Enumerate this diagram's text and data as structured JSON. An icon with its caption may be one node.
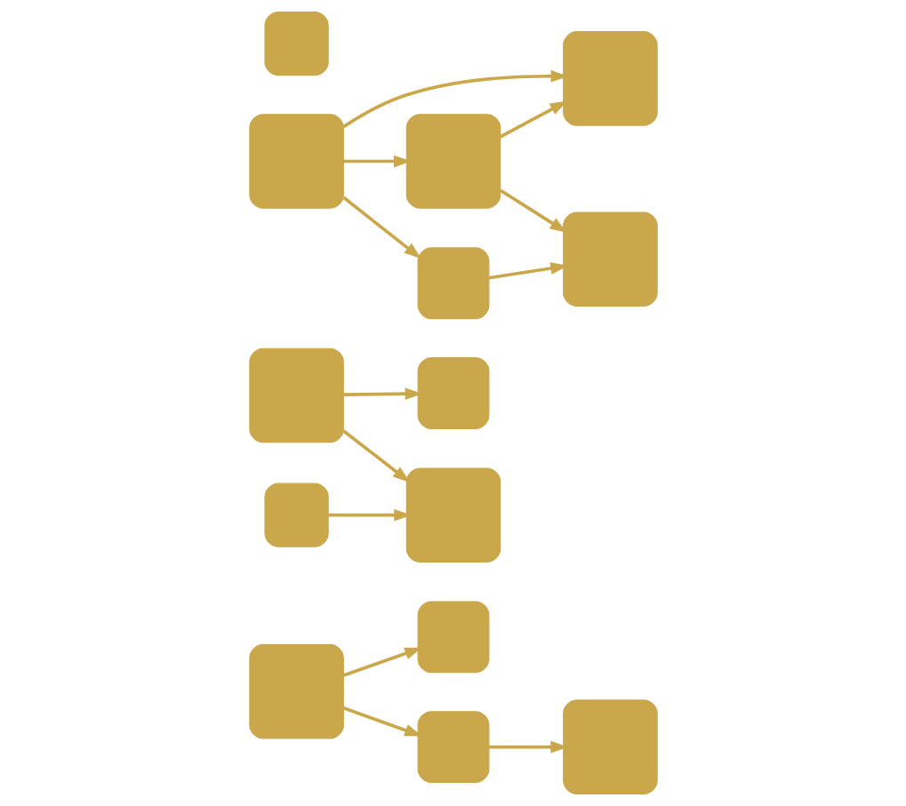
{
  "diagram": {
    "nodes": [
      {
        "text": [],
        "shape": "box"
      },
      {
        "text": [],
        "shape": "box"
      },
      {
        "text": [],
        "shape": "box"
      },
      {
        "text": [],
        "shape": "box"
      },
      {
        "text": [],
        "shape": "box"
      },
      {
        "text": [],
        "shape": "box"
      },
      {
        "text": [],
        "shape": "box"
      },
      {
        "text": [],
        "shape": "box"
      },
      {
        "text": [],
        "shape": "box"
      },
      {
        "text": [],
        "shape": "box"
      },
      {
        "text": [],
        "shape": "box"
      },
      {
        "text": [],
        "shape": "box"
      },
      {
        "text": [],
        "shape": "box"
      },
      {
        "text": [],
        "shape": "box"
      }
    ],
    "edges": [
      {
        "from": 4,
        "to": 0,
        "arrow": "to"
      },
      {
        "from": 4,
        "to": 9,
        "arrow": "to"
      },
      {
        "from": 5,
        "to": 1,
        "arrow": "to"
      },
      {
        "from": 5,
        "to": 6,
        "arrow": "to"
      },
      {
        "from": 10,
        "to": 6,
        "arrow": "to"
      },
      {
        "from": 9,
        "to": 12,
        "arrow": "to"
      },
      {
        "from": 7,
        "to": 2,
        "arrow": "to"
      },
      {
        "from": 7,
        "to": 8,
        "arrow": "to"
      },
      {
        "from": 7,
        "to": 11,
        "arrow": "to"
      },
      {
        "from": 8,
        "to": 2,
        "arrow": "to"
      },
      {
        "from": 8,
        "to": 13,
        "arrow": "to"
      },
      {
        "from": 11,
        "to": 13,
        "arrow": "to"
      }
    ]
  }
}
